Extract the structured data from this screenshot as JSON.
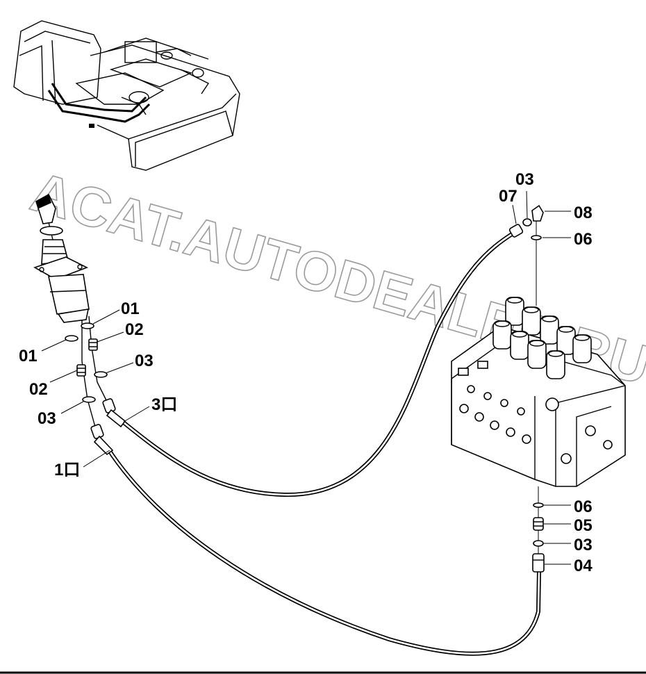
{
  "watermark": "ACAT.AUTODEALER.RU",
  "labels": {
    "l01a": "01",
    "l02a": "02",
    "l03a": "03",
    "l01b": "01",
    "l02b": "02",
    "l03b": "03",
    "l3port": "3口",
    "l1port": "1口",
    "l03c": "03",
    "l07": "07",
    "l08": "08",
    "l06a": "06",
    "l06b": "06",
    "l05": "05",
    "l03d": "03",
    "l04": "04"
  },
  "colors": {
    "line": "#000000",
    "watermark": "#9a9a9a",
    "background": "#ffffff"
  }
}
